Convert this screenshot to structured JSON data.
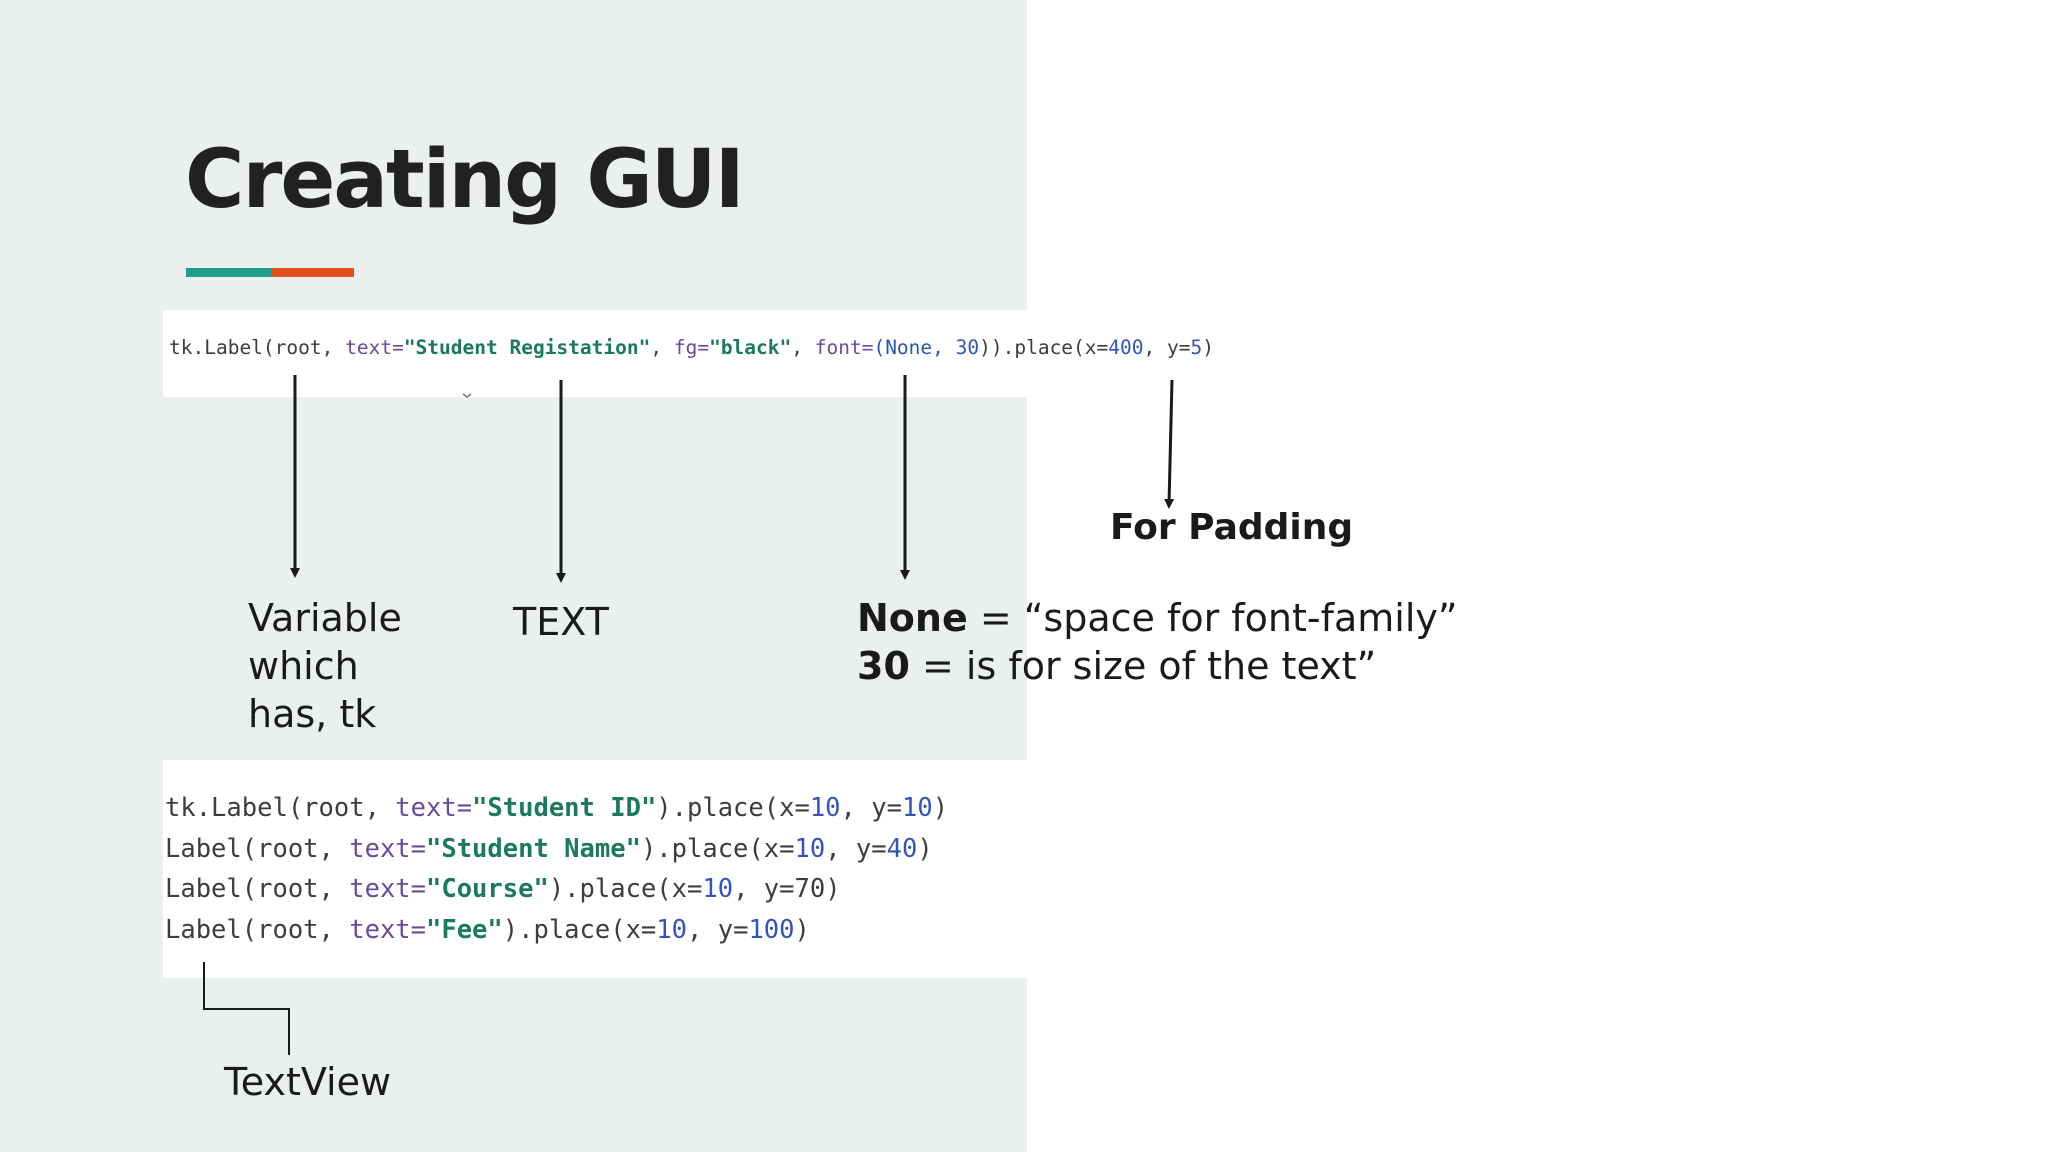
{
  "slide": {
    "title": "Creating GUI",
    "colors": {
      "background": "#ffffff",
      "panel": "#eceff0",
      "accent_teal": "#1f9e8c",
      "accent_orange": "#e0541c",
      "text": "#1a1a1a"
    }
  },
  "code_top": {
    "segments": [
      {
        "t": "tk.Label(root, ",
        "k": "fn"
      },
      {
        "t": "text=",
        "k": "kw"
      },
      {
        "t": "\"Student Registation\"",
        "k": "str"
      },
      {
        "t": ", ",
        "k": "fn"
      },
      {
        "t": "fg=",
        "k": "kw"
      },
      {
        "t": "\"black\"",
        "k": "str"
      },
      {
        "t": ", ",
        "k": "fn"
      },
      {
        "t": "font=",
        "k": "kw"
      },
      {
        "t": "(None, ",
        "k": "none"
      },
      {
        "t": "30",
        "k": "num"
      },
      {
        "t": ")).place(x=",
        "k": "fn"
      },
      {
        "t": "400",
        "k": "num"
      },
      {
        "t": ", y=",
        "k": "fn"
      },
      {
        "t": "5",
        "k": "num"
      },
      {
        "t": ")",
        "k": "fn"
      }
    ]
  },
  "code_bottom": {
    "lines": [
      [
        {
          "t": "tk.Label(root, ",
          "k": "fn"
        },
        {
          "t": "text=",
          "k": "kw"
        },
        {
          "t": "\"Student ID\"",
          "k": "str"
        },
        {
          "t": ").place(x=",
          "k": "fn"
        },
        {
          "t": "10",
          "k": "num"
        },
        {
          "t": ", y=",
          "k": "fn"
        },
        {
          "t": "10",
          "k": "num"
        },
        {
          "t": ")",
          "k": "fn"
        }
      ],
      [
        {
          "t": "Label(root, ",
          "k": "fn"
        },
        {
          "t": "text=",
          "k": "kw"
        },
        {
          "t": "\"Student Name\"",
          "k": "str"
        },
        {
          "t": ").place(x=",
          "k": "fn"
        },
        {
          "t": "10",
          "k": "num"
        },
        {
          "t": ", y=",
          "k": "fn"
        },
        {
          "t": "40",
          "k": "num"
        },
        {
          "t": ")",
          "k": "fn"
        }
      ],
      [
        {
          "t": "Label(root, ",
          "k": "fn"
        },
        {
          "t": "text=",
          "k": "kw"
        },
        {
          "t": "\"Course\"",
          "k": "str"
        },
        {
          "t": ").place(x=",
          "k": "fn"
        },
        {
          "t": "10",
          "k": "num"
        },
        {
          "t": ", y=70)",
          "k": "fn"
        }
      ],
      [
        {
          "t": "Label(root, ",
          "k": "fn"
        },
        {
          "t": "text=",
          "k": "kw"
        },
        {
          "t": "\"Fee\"",
          "k": "str"
        },
        {
          "t": ").place(x=",
          "k": "fn"
        },
        {
          "t": "10",
          "k": "num"
        },
        {
          "t": ", y=",
          "k": "fn"
        },
        {
          "t": "100",
          "k": "num"
        },
        {
          "t": ")",
          "k": "fn"
        }
      ]
    ]
  },
  "annotations": {
    "variable": "Variable\nwhich\nhas, tk",
    "text": "TEXT",
    "none_bold": "None",
    "none_rest": " = “space for font-family”",
    "size_bold": "30",
    "size_rest": " = is for size of the text”",
    "padding": "For Padding",
    "textview": "TextView"
  }
}
